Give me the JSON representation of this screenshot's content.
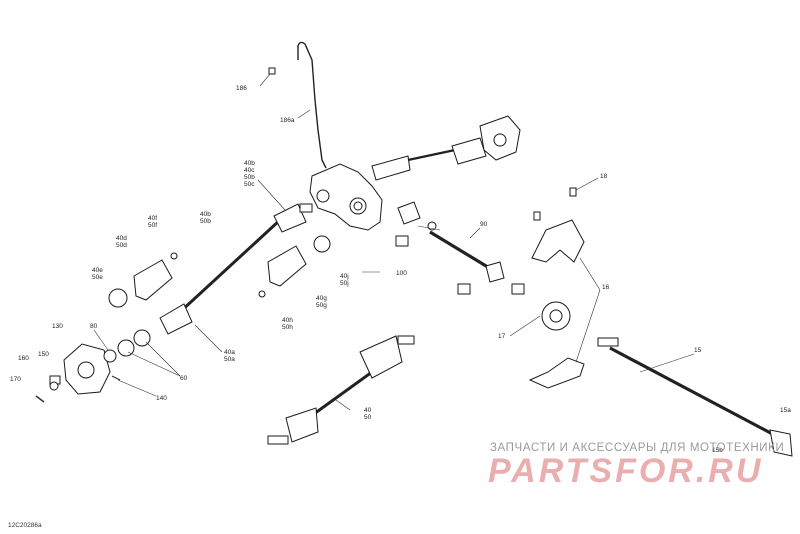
{
  "labels": {
    "l186": "186",
    "l186a": "186a",
    "l40b_1": "40b",
    "l40c": "40c",
    "l50b_1": "50b",
    "l50c": "50c",
    "l40f": "40f",
    "l50f": "50f",
    "l40d": "40d",
    "l50d": "50d",
    "l40b_2": "40b",
    "l50b_2": "50b",
    "l40e": "40e",
    "l50e": "50e",
    "l40j": "40j",
    "l50j": "50j",
    "l40g": "40g",
    "l50g": "50g",
    "l40h": "40h",
    "l50h": "50h",
    "l100": "100",
    "l90": "90",
    "l18": "18",
    "l16": "16",
    "l17": "17",
    "l130": "130",
    "l80": "80",
    "l150": "150",
    "l160": "160",
    "l170": "170",
    "l60": "60",
    "l140": "140",
    "l40a": "40a",
    "l50a": "50a",
    "l40": "40",
    "l50": "50",
    "l15": "15",
    "l15a": "15a",
    "l15b": "15b"
  },
  "watermark": {
    "line1": "ЗАПЧАСТИ И АКСЕССУАРЫ ДЛЯ МОТОТЕХНИКИ",
    "line2": "PARTSFOR.RU"
  },
  "reference": "12C20286a"
}
